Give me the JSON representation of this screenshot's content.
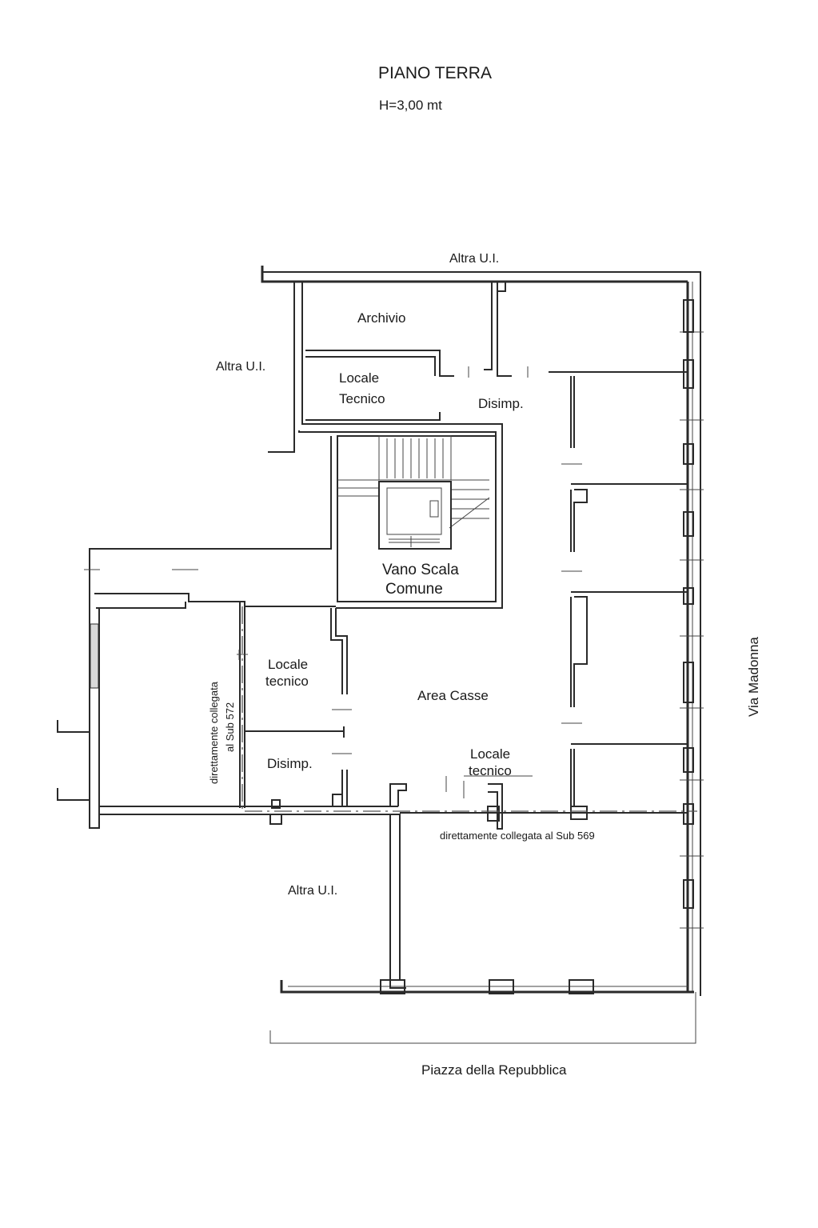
{
  "header": {
    "title": "PIANO TERRA",
    "height_note": "H=3,00 mt"
  },
  "rooms": {
    "archivio": "Archivio",
    "locale_tecnico_top_line1": "Locale",
    "locale_tecnico_top_line2": "Tecnico",
    "disimp_top": "Disimp.",
    "vano_scala_line1": "Vano Scala",
    "vano_scala_line2": "Comune",
    "locale_tecnico_left_line1": "Locale",
    "locale_tecnico_left_line2": "tecnico",
    "disimp_left": "Disimp.",
    "area_casse": "Area Casse",
    "locale_tecnico_center_line1": "Locale",
    "locale_tecnico_center_line2": "tecnico"
  },
  "neighbours": {
    "altra_ui_top": "Altra U.I.",
    "altra_ui_left": "Altra U.I.",
    "altra_ui_bottom": "Altra U.I."
  },
  "notes": {
    "sub572_line1": "direttamente collegata",
    "sub572_line2": "al Sub 572",
    "sub569": "direttamente collegata al Sub 569"
  },
  "streets": {
    "via_madonna": "Via Madonna",
    "piazza": "Piazza della Repubblica"
  }
}
